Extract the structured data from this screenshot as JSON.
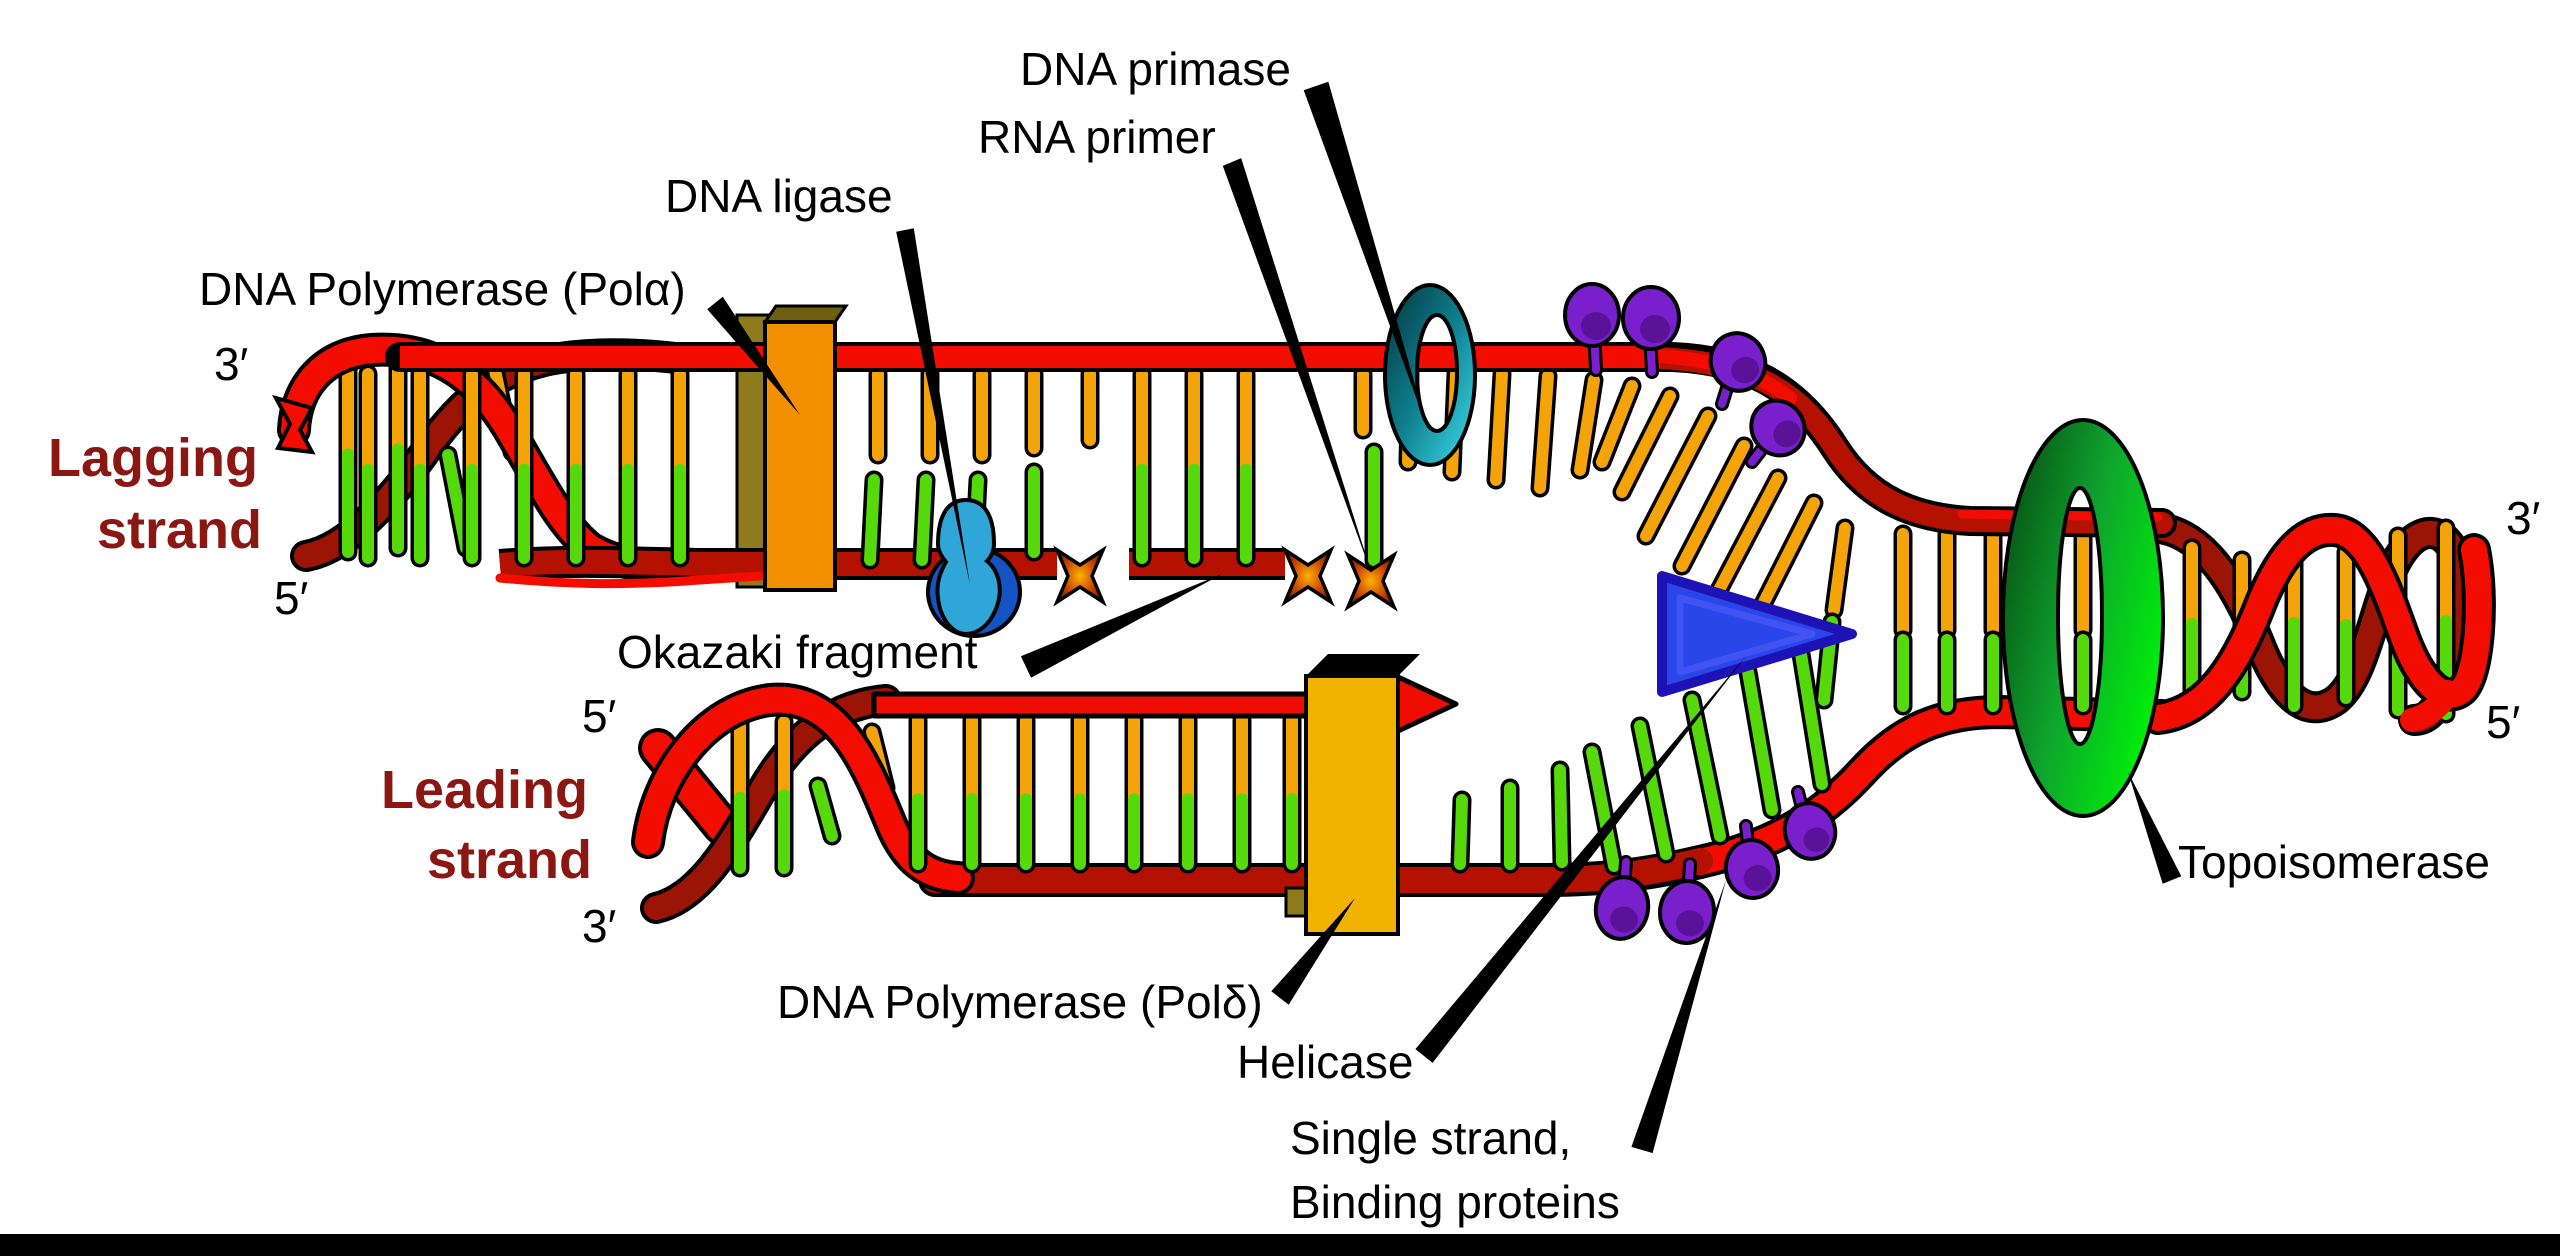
{
  "diagram": {
    "subject": "DNA replication fork",
    "labels": {
      "dna_primase": "DNA primase",
      "rna_primer": "RNA primer",
      "dna_ligase": "DNA ligase",
      "pol_alpha": "DNA Polymerase (Polα)",
      "lagging_line1": "Lagging",
      "lagging_line2": "strand",
      "lagging_3prime": "3′",
      "lagging_5prime": "5′",
      "okazaki": "Okazaki fragment",
      "leading_5prime": "5′",
      "leading_line1": "Leading",
      "leading_line2": "strand",
      "leading_3prime": "3′",
      "pol_delta": "DNA Polymerase (Polδ)",
      "helicase": "Helicase",
      "ssb_line1": "Single strand,",
      "ssb_line2": "Binding proteins",
      "topoisomerase": "Topoisomerase",
      "right_3prime": "3′",
      "right_5prime": "5′"
    },
    "colors": {
      "strand_bright_red": "#F20D00",
      "strand_dark_red": "#B41100",
      "helix_back_maroon": "#9B1405",
      "base_orange": "#F4A408",
      "base_green": "#55D90A",
      "primase_teal": "#0F7F8E",
      "topoisomerase_green": "#0FA32E",
      "helicase_blue": "#2946E8",
      "ssb_purple": "#7A1FCC",
      "ligase_light_blue": "#2FA5D8",
      "ligase_dark_blue": "#1353C4",
      "pol_alpha_orange": "#F39000",
      "pol_delta_amber": "#F2B200",
      "nick_marker_orange": "#FFB000",
      "label_text": "#000000",
      "strand_label_maroon": "#8B1712",
      "background": "#FFFFFF",
      "bottom_bar": "#000000"
    }
  }
}
